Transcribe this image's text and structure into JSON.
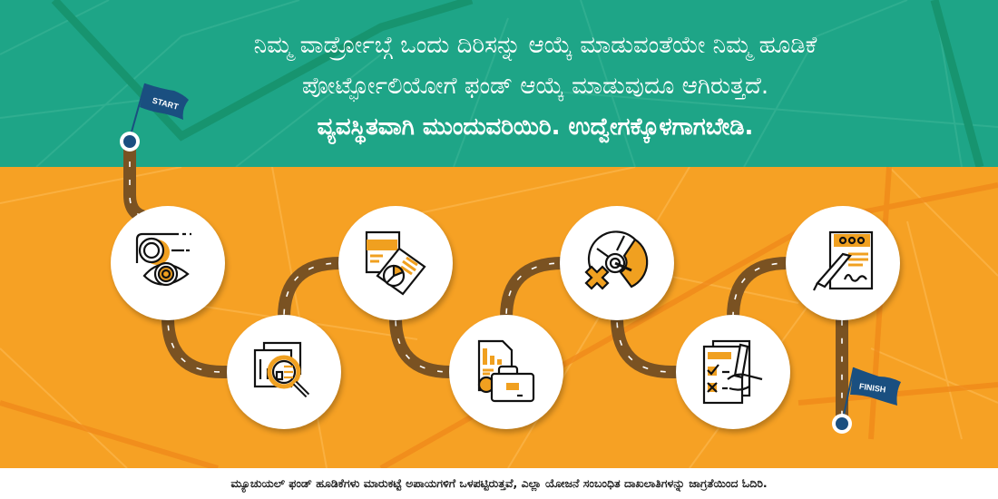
{
  "headline": {
    "line1": "ನಿಮ್ಮ ವಾರ್ಡ್ರೋಬ್ಗೆ ಒಂದು ದಿರಿಸನ್ನು ಆಯ್ಕೆ ಮಾಡುವಂತೆಯೇ ನಿಮ್ಮ ಹೂಡಿಕೆ",
    "line2": "ಪೋರ್ಟ್ಫೋಲಿಯೋಗೆ ಫಂಡ್ ಆಯ್ಕೆ ಮಾಡುವುದೂ ಆಗಿರುತ್ತದೆ.",
    "line3": "ವ್ಯವಸ್ಥಿತವಾಗಿ ಮುಂದುವರಿಯಿರಿ. ಉದ್ವೇಗಕ್ಕೊಳಗಾಗಬೇಡಿ."
  },
  "flags": {
    "start": "START",
    "finish": "FINISH"
  },
  "steps": [
    {
      "icon": "eye-gear-icon"
    },
    {
      "icon": "magnifier-report-icon"
    },
    {
      "icon": "documents-pie-chart-icon"
    },
    {
      "icon": "briefcase-report-icon"
    },
    {
      "icon": "target-gauge-icon"
    },
    {
      "icon": "checklist-hand-icon"
    },
    {
      "icon": "contract-signature-icon"
    }
  ],
  "footer": {
    "disclaimer": "ಮ್ಯೂಚುಯಲ್ ಫಂಡ್ ಹೂಡಿಕೆಗಳು ಮಾರುಕಟ್ಟೆ ಅಪಾಯಗಳಿಗೆ ಒಳಪಟ್ಟಿರುತ್ತವೆ, ಎಲ್ಲಾ ಯೋಜನೆ ಸಂಬಂಧಿತ ದಾಖಲಾತಿಗಳನ್ನು ಜಾಗ್ರತೆಯಿಂದ ಓದಿರಿ."
  },
  "colors": {
    "green": "#1ea587",
    "orange": "#f6a124",
    "road": "#7a5222",
    "flag": "#1a4f80",
    "icon_accent": "#f0a020"
  }
}
